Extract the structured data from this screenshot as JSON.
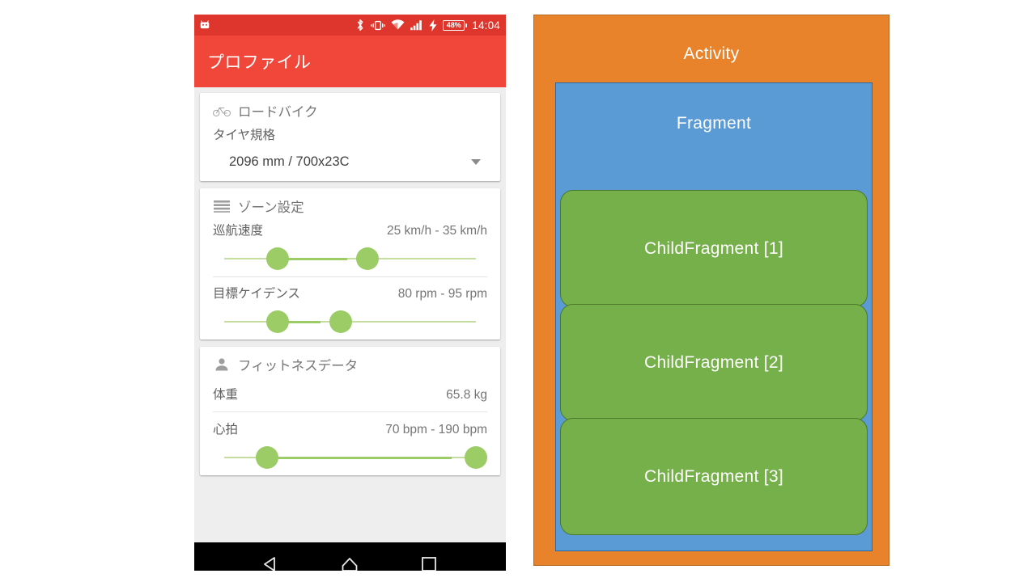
{
  "phone": {
    "status_bar": {
      "left_icon": "android-robot-icon",
      "icons": [
        "bluetooth-icon",
        "vibrate-icon",
        "wifi-icon",
        "signal-icon",
        "charging-bolt-icon"
      ],
      "battery_percent": "48%",
      "clock": "14:04"
    },
    "app_bar": {
      "title": "プロファイル",
      "color": "#f0473a"
    },
    "cards": [
      {
        "icon": "bicycle-icon",
        "header": "ロードバイク",
        "field_label": "タイヤ規格",
        "spinner_value": "2096 mm / 700x23C",
        "caret": "chevron-down-icon"
      },
      {
        "icon": "list-lines-icon",
        "header": "ゾーン設定",
        "rows": [
          {
            "label": "巡航速度",
            "value": "25 km/h - 35 km/h",
            "slider": {
              "low_pct": 19,
              "high_pct": 53
            }
          },
          {
            "label": "目標ケイデンス",
            "value": "80 rpm - 95 rpm",
            "slider": {
              "low_pct": 19,
              "high_pct": 43
            }
          }
        ]
      },
      {
        "icon": "person-icon",
        "header": "フィットネスデータ",
        "rows": [
          {
            "label": "体重",
            "value": "65.8 kg"
          },
          {
            "label": "心拍",
            "value": "70 bpm - 190 bpm",
            "slider": {
              "low_pct": 15,
              "high_pct": 93
            }
          }
        ]
      }
    ],
    "nav_bar": {
      "back": "back-triangle-icon",
      "home": "home-icon",
      "recents": "recents-square-icon"
    }
  },
  "diagram": {
    "activity_label": "Activity",
    "fragment_label": "Fragment",
    "children": [
      "ChildFragment [1]",
      "ChildFragment [2]",
      "ChildFragment [3]"
    ],
    "colors": {
      "activity": "#e8832c",
      "fragment": "#5b9bd5",
      "child": "#76b04a"
    }
  }
}
